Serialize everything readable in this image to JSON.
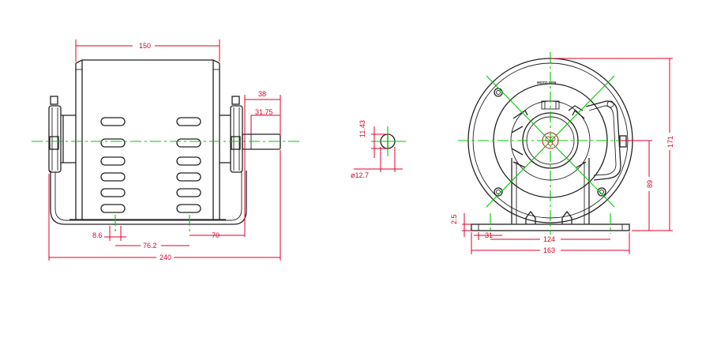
{
  "dimensions": {
    "side": {
      "body_length": "150",
      "shaft_length": "38",
      "shaft_key": "31.75",
      "foot_slot": "8.6",
      "foot_spacing": "76.2",
      "foot_to_shaft": "70",
      "overall_length": "240"
    },
    "shaft_section": {
      "key_height": "11.43",
      "diameter": "ø12.7"
    },
    "front": {
      "base_height": "2.5",
      "foot_offset": "31",
      "foot_width": "124",
      "base_width": "163",
      "center_height": "89",
      "overall_height": "171"
    }
  },
  "front_view": {
    "brand_text": "MOTO  GEN"
  },
  "colors": {
    "outline": "#222222",
    "dimension": "#e0002a",
    "centerline": "#00c800",
    "logo": "#e0002a"
  }
}
